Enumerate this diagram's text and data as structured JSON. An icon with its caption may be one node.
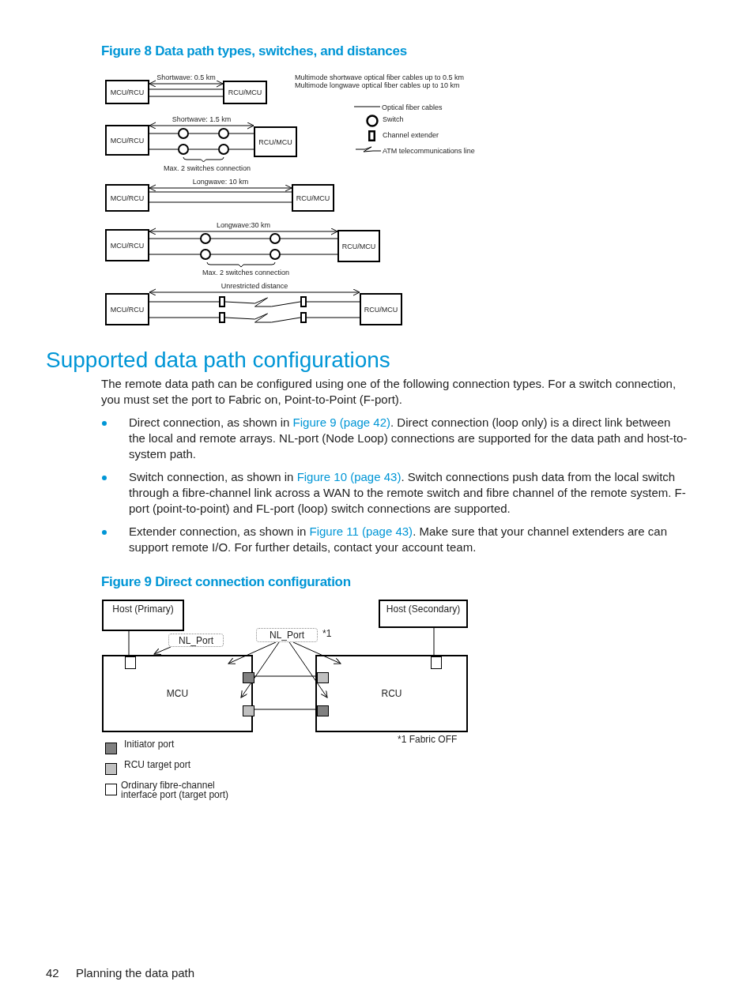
{
  "diagram": {
    "nodes": [
      {
        "text": [
          "MCU/RCU"
        ]
      },
      {
        "text": [
          "RCU/MCU"
        ]
      },
      {
        "text": [
          "MCU/RCU"
        ]
      },
      {
        "text": [],
        "shape": "circle"
      },
      {
        "text": [],
        "shape": "circle"
      },
      {
        "text": [],
        "shape": "circle"
      },
      {
        "text": [],
        "shape": "circle"
      },
      {
        "text": [
          "RCU/MCU"
        ]
      },
      {
        "text": [
          "MCU/RCU"
        ]
      },
      {
        "text": [
          "RCU/MCU"
        ]
      },
      {
        "text": [
          "MCU/RCU"
        ]
      },
      {
        "text": [],
        "shape": "circle"
      },
      {
        "text": [],
        "shape": "circle"
      },
      {
        "text": [],
        "shape": "circle"
      },
      {
        "text": [],
        "shape": "circle"
      },
      {
        "text": [
          "RCU/MCU"
        ]
      },
      {
        "text": [
          "MCU/RCU"
        ]
      },
      {
        "text": [],
        "shape": "box"
      },
      {
        "text": [],
        "shape": "box"
      },
      {
        "text": [],
        "shape": "box"
      },
      {
        "text": [],
        "shape": "box"
      },
      {
        "text": [
          "RCU/MCU"
        ]
      },
      {
        "text": [
          "Host (Primary)"
        ]
      },
      {
        "text": [
          "Host (Secondary)"
        ]
      },
      {
        "text": [
          "MCU"
        ]
      },
      {
        "text": [
          "RCU"
        ]
      },
      {
        "text": [
          "NL_Port"
        ]
      },
      {
        "text": [
          "NL_Port"
        ],
        "beside": [
          "*1"
        ]
      },
      {
        "text": [],
        "shape": "box",
        "in": 24
      },
      {
        "text": [],
        "shape": "box",
        "in": 24
      },
      {
        "text": [],
        "shape": "box",
        "in": 24
      },
      {
        "text": [],
        "shape": "box",
        "in": 25
      },
      {
        "text": [],
        "shape": "box",
        "in": 25
      },
      {
        "text": [],
        "shape": "box",
        "in": 25
      }
    ],
    "edges": [
      {
        "from": 0,
        "to": 1,
        "arrow": "none"
      },
      {
        "from": 0,
        "to": 1,
        "arrow": "none"
      },
      {
        "from": 2,
        "to": 3,
        "arrow": "none"
      },
      {
        "from": 3,
        "to": 4,
        "arrow": "none"
      },
      {
        "from": 4,
        "to": 7,
        "arrow": "none"
      },
      {
        "from": 2,
        "to": 5,
        "arrow": "none"
      },
      {
        "from": 5,
        "to": 6,
        "arrow": "none"
      },
      {
        "from": 6,
        "to": 7,
        "arrow": "none"
      },
      {
        "from": 8,
        "to": 9,
        "arrow": "none"
      },
      {
        "from": 8,
        "to": 9,
        "arrow": "none"
      },
      {
        "from": 10,
        "to": 11,
        "arrow": "none"
      },
      {
        "from": 11,
        "to": 12,
        "arrow": "none"
      },
      {
        "from": 12,
        "to": 15,
        "arrow": "none"
      },
      {
        "from": 10,
        "to": 13,
        "arrow": "none"
      },
      {
        "from": 13,
        "to": 14,
        "arrow": "none"
      },
      {
        "from": 14,
        "to": 15,
        "arrow": "none"
      },
      {
        "from": 16,
        "to": 17,
        "arrow": "none"
      },
      {
        "from": 17,
        "to": 18,
        "arrow": "none"
      },
      {
        "from": 18,
        "to": 21,
        "arrow": "none"
      },
      {
        "from": 16,
        "to": 19,
        "arrow": "none"
      },
      {
        "from": 19,
        "to": 20,
        "arrow": "none"
      },
      {
        "from": 20,
        "to": 21,
        "arrow": "none"
      },
      {
        "from": 22,
        "to": 28,
        "arrow": "none"
      },
      {
        "from": 23,
        "to": 33,
        "arrow": "none"
      },
      {
        "from": 29,
        "to": 31,
        "arrow": "none"
      },
      {
        "from": 30,
        "to": 32,
        "arrow": "none"
      },
      {
        "from": 26,
        "to": 24,
        "arrow": "to"
      },
      {
        "from": 27,
        "to": 24,
        "arrow": "to"
      },
      {
        "from": 27,
        "to": 24,
        "arrow": "to"
      },
      {
        "from": 27,
        "to": 25,
        "arrow": "to"
      },
      {
        "from": 27,
        "to": 25,
        "arrow": "to"
      },
      {
        "from": 0,
        "to": 1,
        "arrow": "both",
        "label": "Shortwave: 0.5 km"
      },
      {
        "from": 2,
        "to": 7,
        "arrow": "both",
        "label": "Shortwave: 1.5 km"
      },
      {
        "from": 8,
        "to": 9,
        "arrow": "both",
        "label": "Longwave: 10 km"
      },
      {
        "from": 10,
        "to": 15,
        "arrow": "both",
        "label": "Longwave:30 km"
      },
      {
        "from": 16,
        "to": 21,
        "arrow": "both",
        "label": "Unrestricted distance"
      }
    ],
    "labels": [
      "Figure 8 Data path types, switches, and distances",
      "Multimode shortwave optical fiber cables up to 0.5 km",
      "Multimode longwave optical fiber cables up to 10 km",
      "Max. 2 switches connection",
      "Max. 2 switches connection",
      "Supported data path configurations",
      "The remote data path can be configured using one of the following connection types. For a switch connection, you must set the port to Fabric on, Point-to-Point (F-port).",
      "Direct connection, as shown in",
      "Figure 9 (page 42)",
      ". Direct connection (loop only) is a direct link between the local and remote arrays. NL-port (Node Loop) connections are supported for the data path and host-to-system path.",
      "Switch connection, as shown in",
      "Figure 10 (page 43)",
      ". Switch connections push data from the local switch through a fibre-channel link across a WAN to the remote switch and fibre channel of the remote system. F-port (point-to-point) and FL-port (loop) switch connections are supported.",
      "Extender connection, as shown in",
      "Figure 11 (page 43)",
      ". Make sure that your channel extenders are can support remote I/O. For further details, contact your account team.",
      "Figure 9 Direct connection configuration",
      "*1 Fabric OFF",
      "42",
      "Planning the data path"
    ],
    "legend": [
      {
        "text": "Optical fiber cables"
      },
      {
        "text": "Switch"
      },
      {
        "text": "Channel extender"
      },
      {
        "text": "ATM telecommunications line"
      },
      {
        "text": "Initiator port",
        "color": "#808080"
      },
      {
        "text": "RCU target port",
        "color": "#c0c0c0"
      },
      {
        "text": "Ordinary fibre-channel interface port (target port)",
        "color": "#ffffff"
      }
    ]
  }
}
